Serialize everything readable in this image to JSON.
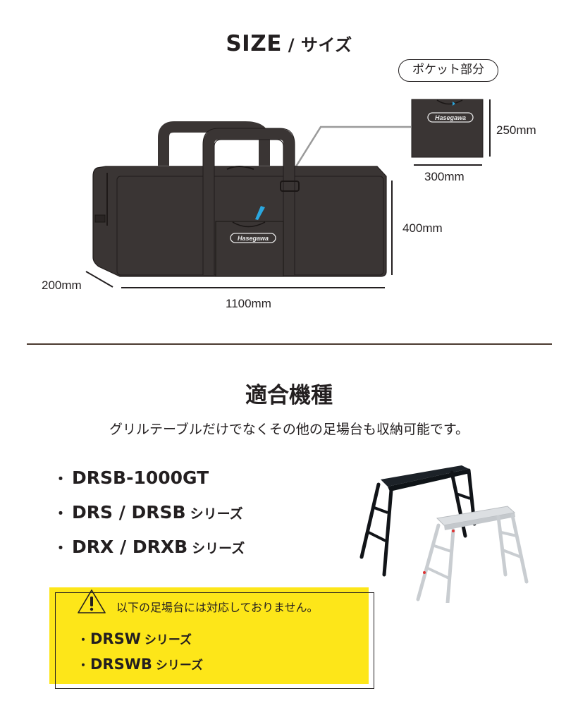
{
  "size_section": {
    "title_main": "SIZE",
    "title_sep": " / ",
    "title_sub": "サイズ",
    "pocket_label": "ポケット部分",
    "brand_logo_text": "Hasegawa",
    "dimensions": {
      "pocket_height": "250mm",
      "pocket_width": "300mm",
      "bag_height": "400mm",
      "bag_depth": "200mm",
      "bag_width": "1100mm"
    },
    "colors": {
      "bag": "#3a3534",
      "zipper_pull": "#2aa7df",
      "divider": "#4b3a30"
    }
  },
  "compatible_section": {
    "title": "適合機種",
    "description": "グリルテーブルだけでなくその他の足場台も収納可能です。",
    "bullet": "・",
    "models": [
      {
        "name": "DRSB-1000GT",
        "suffix": ""
      },
      {
        "name": "DRS / DRSB",
        "suffix": "シリーズ"
      },
      {
        "name": "DRX / DRXB",
        "suffix": "シリーズ"
      }
    ],
    "image_alt": "black and silver step platforms"
  },
  "warning": {
    "icon": "warning-triangle-icon",
    "message": "以下の足場台には対応しておりません。",
    "bullet": "・",
    "items": [
      {
        "name": "DRSW",
        "suffix": "シリーズ"
      },
      {
        "name": "DRSWB",
        "suffix": "シリーズ"
      }
    ],
    "colors": {
      "background": "#fde619"
    }
  }
}
